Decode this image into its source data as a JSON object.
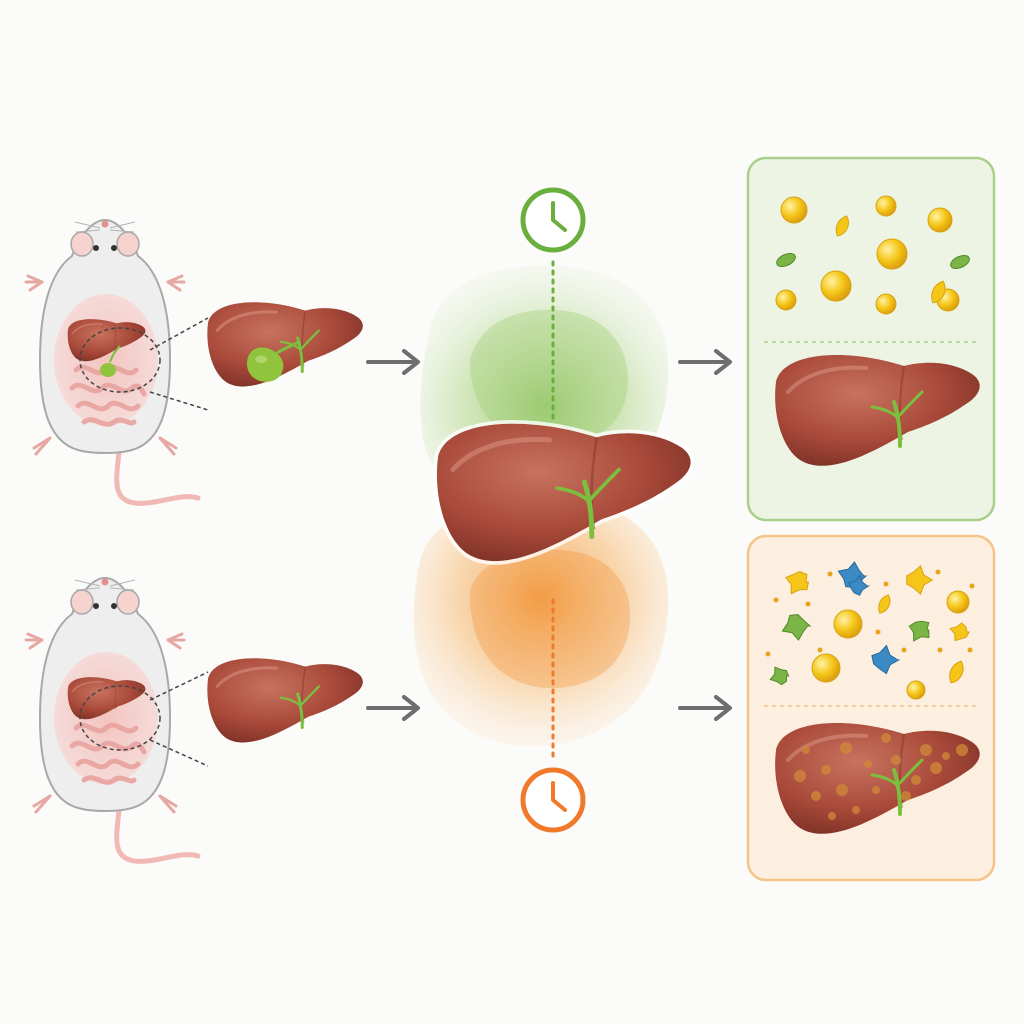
{
  "colors": {
    "background": "#fbfbfa",
    "liver": "#a94a3a",
    "liver_dark": "#7e3127",
    "liver_light": "#c8735f",
    "bile_duct": "#7cbf3f",
    "gallbladder": "#8fc43c",
    "mouse_body": "#eeeeee",
    "mouse_outline": "#a8a8a8",
    "mouse_pink": "#f1b9b4",
    "intestine": "#e8a3a0",
    "arrow": "#6e6e6e",
    "healthy_accent": "#6aaf3d",
    "healthy_panel_bg": "#eef4e4",
    "healthy_panel_border": "#a9d08b",
    "disease_accent": "#f07a2c",
    "disease_panel_bg": "#fcefdf",
    "disease_panel_border": "#f5c38a",
    "lipid_yellow": "#f5c617",
    "lipid_orange": "#e9a21c",
    "granule_green": "#7bb548",
    "granule_blue": "#3b8ac4",
    "liver_spots": "#d08a3a"
  },
  "icons": {
    "top_clock": "clock-icon",
    "bottom_clock": "clock-icon",
    "flow_arrow": "right-arrow-icon",
    "mouse": "mouse-anatomy-icon",
    "liver": "liver-organ-icon"
  },
  "rows": {
    "top": {
      "mouse_has_gallbladder": true,
      "outcome": "healthy"
    },
    "bottom": {
      "mouse_has_gallbladder": false,
      "outcome": "diseased"
    }
  },
  "center": {
    "upper_gradient": "green",
    "lower_gradient": "orange"
  },
  "panels": {
    "healthy": {
      "particles": [
        {
          "kind": "droplet",
          "color": "yellow"
        },
        {
          "kind": "flake",
          "color": "yellow"
        },
        {
          "kind": "droplet",
          "color": "yellow"
        },
        {
          "kind": "droplet",
          "color": "yellow"
        },
        {
          "kind": "leaf",
          "color": "green"
        },
        {
          "kind": "droplet",
          "color": "yellow"
        },
        {
          "kind": "leaf",
          "color": "green"
        },
        {
          "kind": "droplet",
          "color": "yellow"
        },
        {
          "kind": "droplet",
          "color": "yellow"
        },
        {
          "kind": "droplet",
          "color": "yellow"
        },
        {
          "kind": "droplet",
          "color": "yellow"
        },
        {
          "kind": "flake",
          "color": "yellow"
        }
      ]
    },
    "diseased": {
      "particles": [
        {
          "kind": "blob",
          "color": "yellow"
        },
        {
          "kind": "blob",
          "color": "blue"
        },
        {
          "kind": "blob",
          "color": "yellow"
        },
        {
          "kind": "blob",
          "color": "green"
        },
        {
          "kind": "droplet",
          "color": "yellow"
        },
        {
          "kind": "flake",
          "color": "yellow"
        },
        {
          "kind": "blob",
          "color": "green"
        },
        {
          "kind": "droplet",
          "color": "yellow"
        },
        {
          "kind": "blob",
          "color": "blue"
        },
        {
          "kind": "droplet",
          "color": "yellow"
        },
        {
          "kind": "blob",
          "color": "green"
        },
        {
          "kind": "flake",
          "color": "yellow"
        },
        {
          "kind": "droplet",
          "color": "yellow"
        },
        {
          "kind": "blob",
          "color": "yellow"
        },
        {
          "kind": "blob",
          "color": "blue"
        }
      ]
    }
  }
}
